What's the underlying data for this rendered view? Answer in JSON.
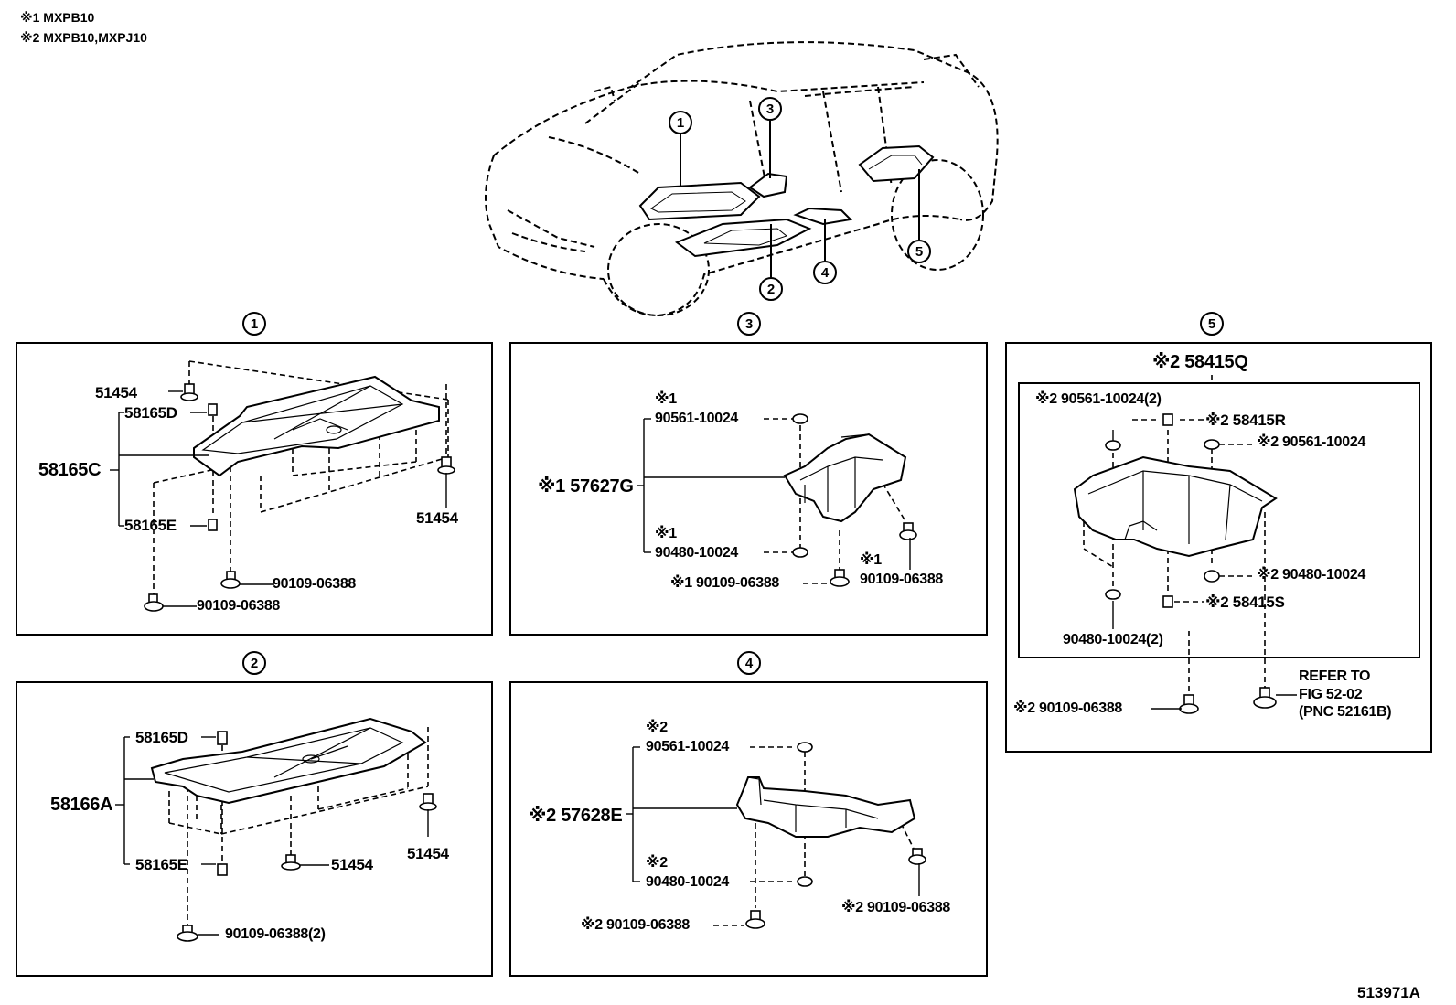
{
  "notes": {
    "n1": "※1 MXPB10",
    "n2": "※2 MXPB10,MXPJ10"
  },
  "figure_number": "513971A",
  "vehicle": {
    "callouts": [
      "1",
      "2",
      "3",
      "4",
      "5"
    ]
  },
  "panels": {
    "p1": {
      "index": "1",
      "labels": {
        "a": "51454",
        "b": "58165D",
        "c": "58165C",
        "d": "58165E",
        "e": "51454",
        "f": "90109-06388",
        "g": "90109-06388"
      }
    },
    "p2": {
      "index": "2",
      "labels": {
        "a": "58165D",
        "b": "58166A",
        "c": "58165E",
        "d": "51454",
        "e": "51454",
        "f": "90109-06388(2)"
      }
    },
    "p3": {
      "index": "3",
      "labels": {
        "a_mark": "※1",
        "a": "90561-10024",
        "b": "※1 57627G",
        "c_mark": "※1",
        "c": "90480-10024",
        "d": "※1 90109-06388",
        "e_mark": "※1",
        "e": "90109-06388"
      }
    },
    "p4": {
      "index": "4",
      "labels": {
        "a_mark": "※2",
        "a": "90561-10024",
        "b": "※2 57628E",
        "c_mark": "※2",
        "c": "90480-10024",
        "d": "※2 90109-06388",
        "e": "※2 90109-06388"
      }
    },
    "p5": {
      "index": "5",
      "labels": {
        "top": "※2 58415Q",
        "a": "※2 90561-10024(2)",
        "b": "※2 58415R",
        "c": "※2 90561-10024",
        "d": "※2 90480-10024",
        "e": "※2 58415S",
        "f": "90480-10024(2)",
        "g": "※2 90109-06388",
        "refer1": "REFER TO",
        "refer2": "FIG 52-02",
        "refer3": "(PNC 52161B)"
      }
    }
  }
}
